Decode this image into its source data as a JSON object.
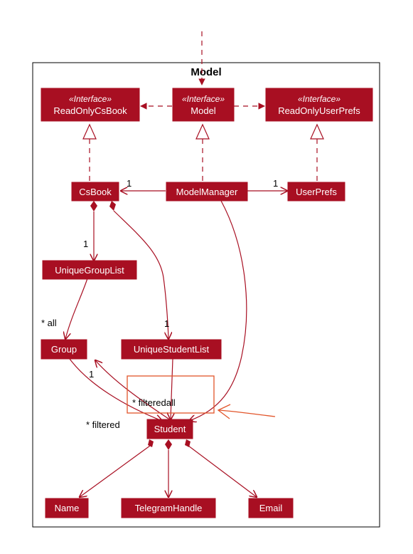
{
  "package": {
    "title": "Model"
  },
  "nodes": {
    "readonlycsbook": {
      "stereotype": "«Interface»",
      "label": "ReadOnlyCsBook"
    },
    "model": {
      "stereotype": "«Interface»",
      "label": "Model"
    },
    "readonlyuserprefs": {
      "stereotype": "«Interface»",
      "label": "ReadOnlyUserPrefs"
    },
    "csbook": {
      "label": "CsBook"
    },
    "modelmanager": {
      "label": "ModelManager"
    },
    "userprefs": {
      "label": "UserPrefs"
    },
    "uniquegrouplist": {
      "label": "UniqueGroupList"
    },
    "group": {
      "label": "Group"
    },
    "uniquestudentlist": {
      "label": "UniqueStudentList"
    },
    "student": {
      "label": "Student"
    },
    "name": {
      "label": "Name"
    },
    "telegramhandle": {
      "label": "TelegramHandle"
    },
    "email": {
      "label": "Email"
    }
  },
  "multiplicities": {
    "mm_csbook": "1",
    "mm_userprefs": "1",
    "csbook_groups": "1",
    "csbook_students": "1",
    "groups_all": "* all",
    "group_student": "1",
    "student_filtered_overlap": "* filteredall",
    "student_filtered": "* filtered"
  },
  "colors": {
    "box_fill": "#a80f22",
    "box_border": "#a80f22",
    "line": "#a80f22",
    "highlight_rect": "#e2552a",
    "annotation_arrow": "#e2552a"
  }
}
